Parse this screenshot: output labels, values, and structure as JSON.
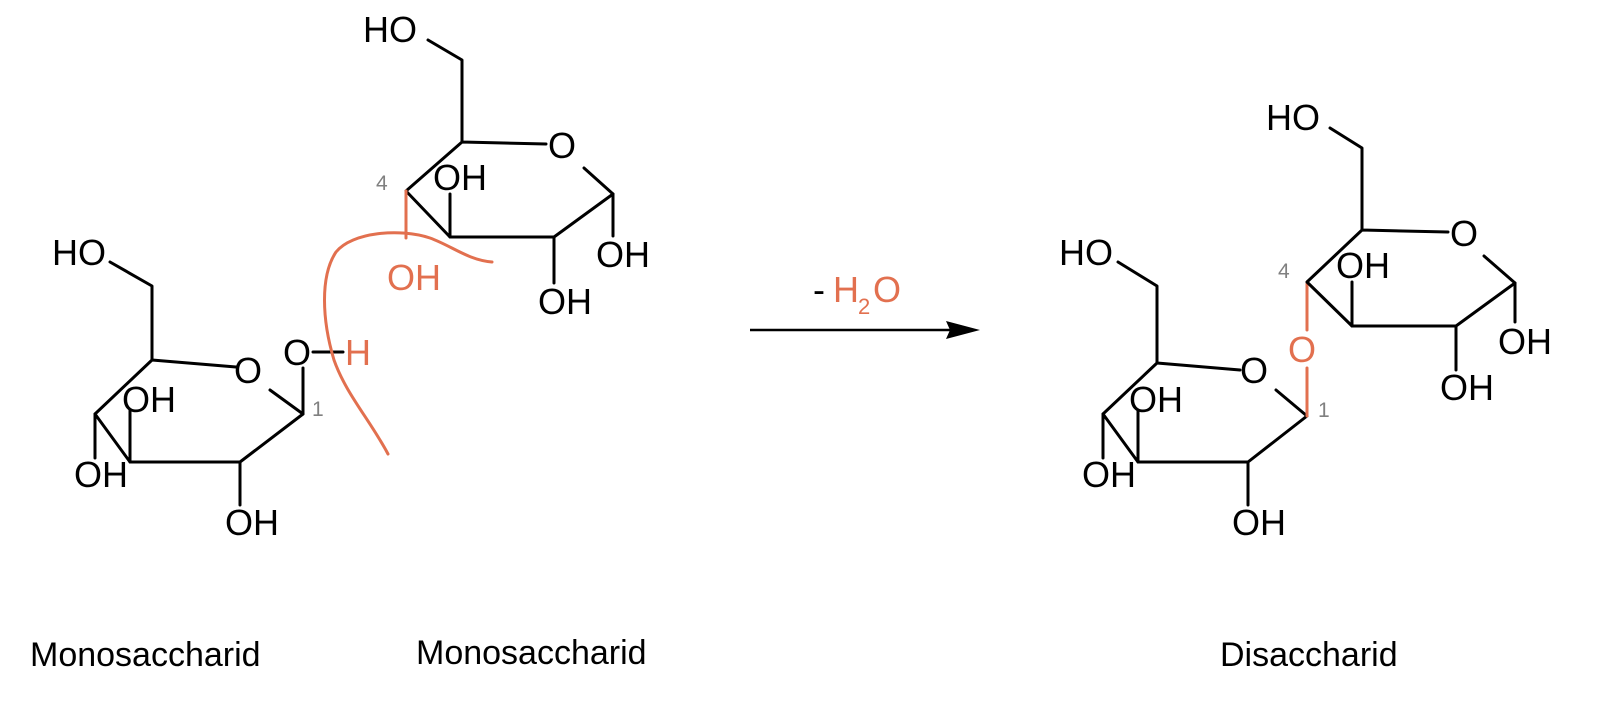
{
  "colors": {
    "ink": "#000000",
    "highlight": "#e2704f",
    "numbering": "#808080",
    "background": "#ffffff"
  },
  "reaction": {
    "condition_minus": "-",
    "condition_formula_main": "H",
    "condition_formula_sub": "2",
    "condition_formula_end": "O"
  },
  "left_sugar": {
    "caption": "Monosaccharid",
    "ring_oxygen": "O",
    "substituents": [
      "HO",
      "OH",
      "OH",
      "OH",
      "O",
      "H"
    ],
    "carbon_label": "1"
  },
  "middle_sugar": {
    "caption": "Monosaccharid",
    "ring_oxygen": "O",
    "substituents": [
      "HO",
      "OH",
      "OH",
      "OH",
      "OH"
    ],
    "carbon_label": "4"
  },
  "product": {
    "caption": "Disaccharid",
    "glycosidic_oxygen": "O",
    "lower_ring": {
      "ring_oxygen": "O",
      "substituents": [
        "HO",
        "OH",
        "OH",
        "OH"
      ],
      "carbon_label": "1"
    },
    "upper_ring": {
      "ring_oxygen": "O",
      "substituents": [
        "HO",
        "OH",
        "OH",
        "OH"
      ],
      "carbon_label": "4"
    }
  }
}
